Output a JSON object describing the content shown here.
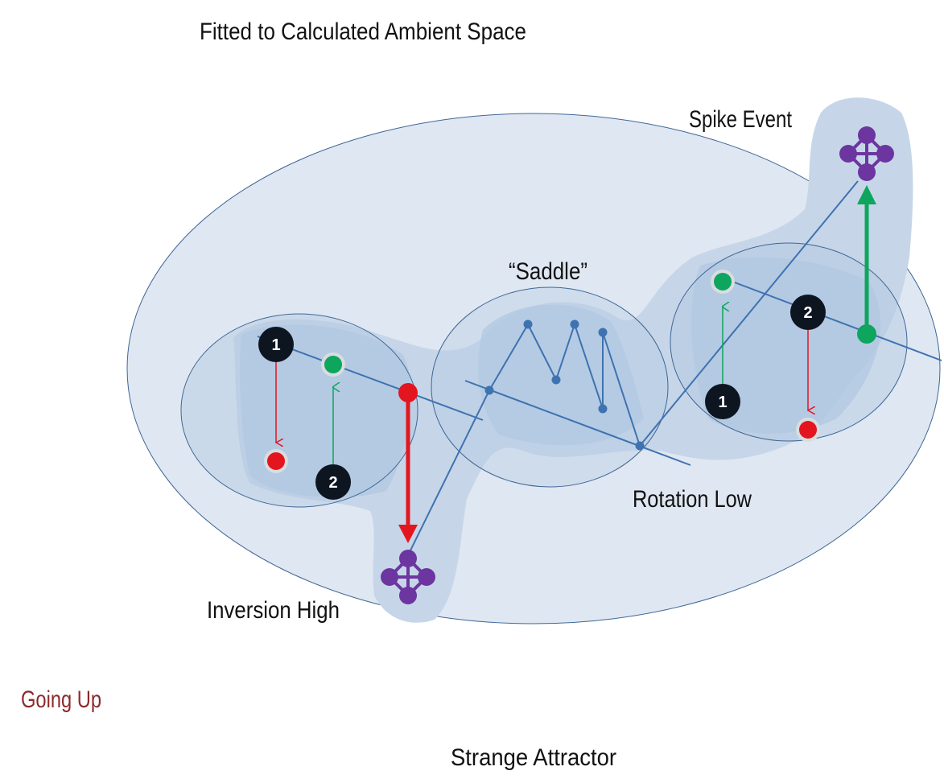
{
  "title": "Fitted to Calculated Ambient Space",
  "labels": {
    "spike_event": "Spike Event",
    "saddle": "“Saddle”",
    "rotation_low": "Rotation Low",
    "inversion_high": "Inversion High",
    "going_up": "Going Up",
    "strange_attractor": "Strange Attractor"
  },
  "markers": {
    "left_one": "1",
    "left_two": "2",
    "right_one": "1",
    "right_two": "2"
  },
  "colors": {
    "ellipse_fill": "#dfe7f2",
    "blob": "#c6d6e8",
    "inner_fill": "#b2c8e1",
    "line": "#3f72b0",
    "red": "#e3161f",
    "green": "#0ea55e",
    "purple": "#6c35a0",
    "marker": "#0d1520",
    "going_up": "#8b2a2a"
  }
}
